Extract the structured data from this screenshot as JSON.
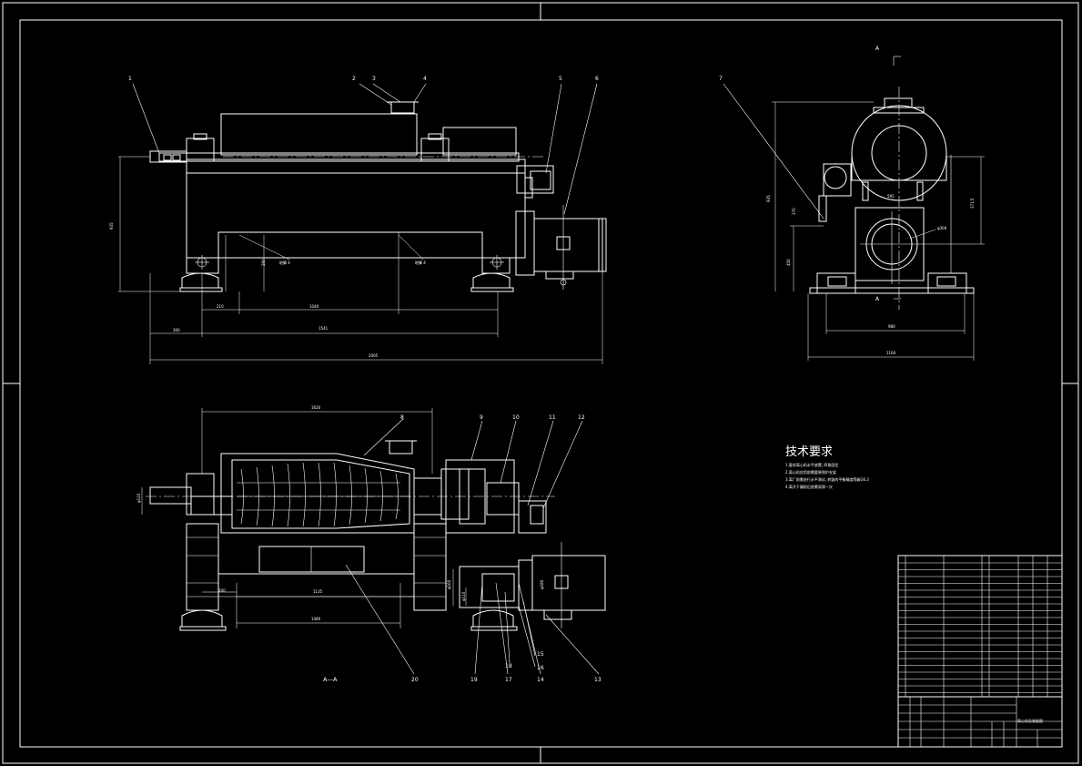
{
  "drawing": {
    "background": "#000000",
    "line_color": "#ffffff"
  },
  "views": {
    "section_label": "A—A",
    "section_mark_top": "A",
    "section_mark_bottom": "A"
  },
  "balloons": {
    "b1": "1",
    "b2": "2",
    "b3": "3",
    "b4": "4",
    "b5": "5",
    "b6": "6",
    "b7": "7",
    "b8": "8",
    "b9": "9",
    "b10": "10",
    "b11": "11",
    "b12": "12",
    "b13": "13",
    "b14": "14",
    "b15": "15",
    "b16": "16",
    "b17": "17",
    "b18": "18",
    "b19": "19",
    "b20": "20"
  },
  "technical_requirements": {
    "title": "技术要求",
    "items": [
      "1.要求离心机水平放置, 四角固定",
      "2.离心机应用前需要装保护支架",
      "3.离厂前需进行水平测试, 转鼓的平衡精度等级G6.3",
      "4.离开干燥前后各需润滑一次"
    ]
  },
  "title_block": {
    "title": "离心机总装配图"
  }
}
